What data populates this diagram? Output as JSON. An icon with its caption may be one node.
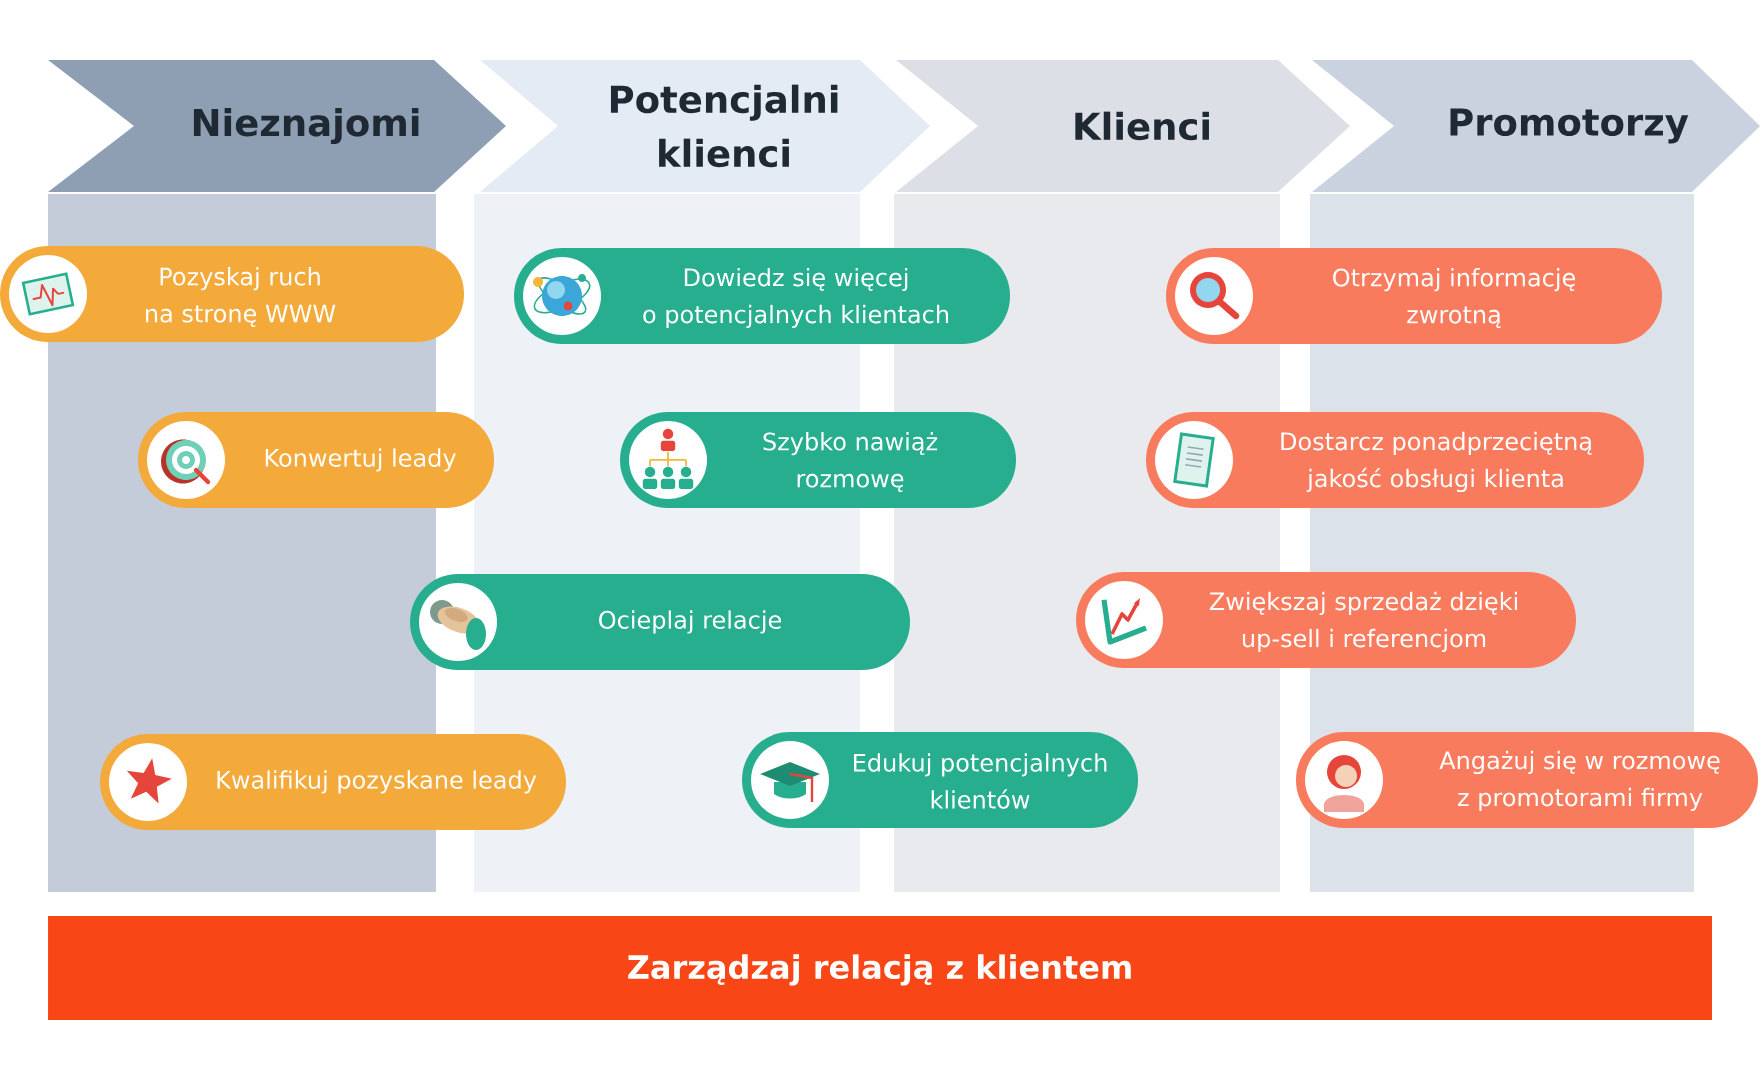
{
  "diagram": {
    "nodes": [
      {
        "text": [
          "Nieznajomi"
        ]
      },
      {
        "text": [
          "Potencjalni klienci"
        ]
      },
      {
        "text": [
          "Klienci"
        ]
      },
      {
        "text": [
          "Promotorzy"
        ]
      },
      {
        "text": [
          "Pozyskaj ruch na stronę WWW"
        ]
      },
      {
        "text": [
          "Dowiedz się więcej o potencjalnych klientach"
        ]
      },
      {
        "text": [
          "Otrzymaj informację zwrotną"
        ]
      },
      {
        "text": [
          "Konwertuj leady"
        ]
      },
      {
        "text": [
          "Szybko nawiąż rozmowę"
        ]
      },
      {
        "text": [
          "Dostarcz ponadprzeciętną jakość obsługi klienta"
        ]
      },
      {
        "text": [
          "Ocieplaj relacje"
        ]
      },
      {
        "text": [
          "Zwiększaj sprzedaż dzięki up-sell i referencjom"
        ]
      },
      {
        "text": [
          "Kwalifikuj pozyskane leady"
        ]
      },
      {
        "text": [
          "Edukuj potencjalnych klientów"
        ]
      },
      {
        "text": [
          "Angażuj się w rozmowę z promotorami firmy"
        ]
      },
      {
        "text": [
          "Zarządzaj relacją z klientem"
        ]
      }
    ]
  }
}
